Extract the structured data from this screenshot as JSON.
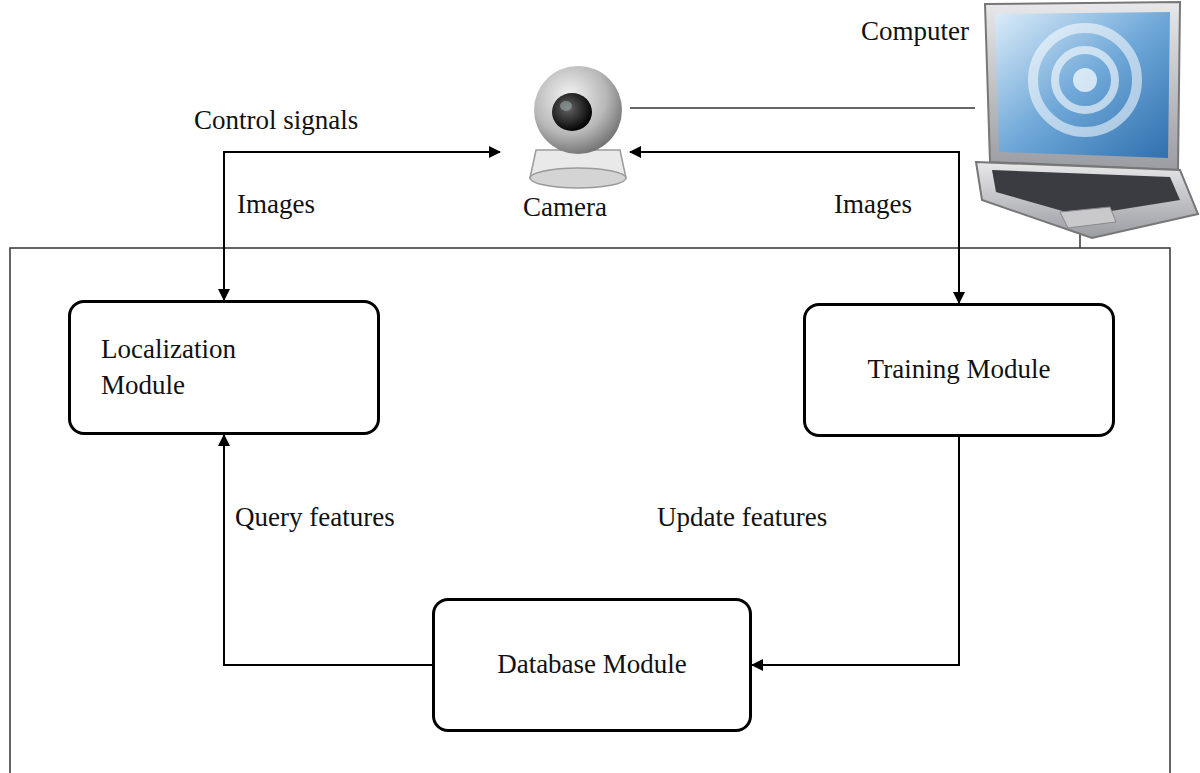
{
  "diagram": {
    "nodes": [
      {
        "text": [
          "Camera"
        ]
      },
      {
        "text": [
          "Computer"
        ]
      },
      {
        "text": [
          "Localization Module"
        ]
      },
      {
        "text": [
          "Training Module"
        ]
      },
      {
        "text": [
          "Database Module"
        ]
      }
    ],
    "edges": [
      {
        "from": 0,
        "to": 2,
        "label": "Control signals",
        "arrow": "both"
      },
      {
        "from": 0,
        "to": 3,
        "label": "Images",
        "arrow": "both"
      },
      {
        "from": 0,
        "to": 1,
        "arrow": "none"
      },
      {
        "from": 3,
        "to": 4,
        "label": "Update features",
        "arrow": "to"
      },
      {
        "from": 4,
        "to": 2,
        "label": "Query features",
        "arrow": "to"
      }
    ],
    "labels": [
      "Images"
    ]
  }
}
